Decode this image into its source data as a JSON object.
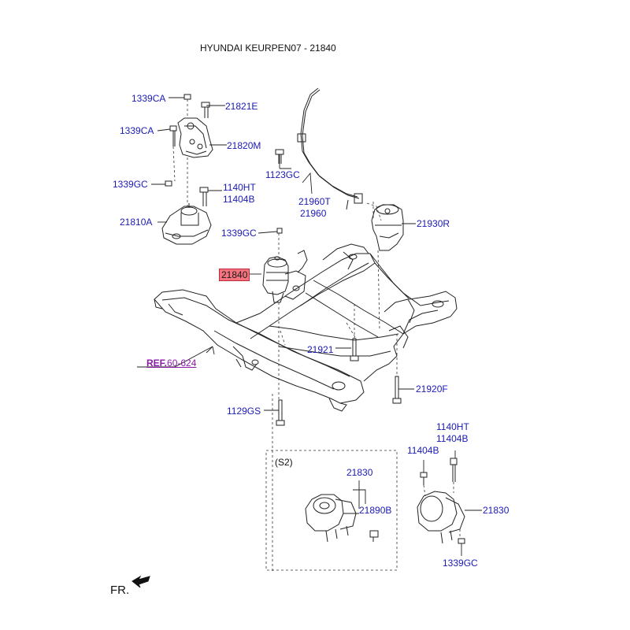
{
  "title": "HYUNDAI KEURPEN07 - 21840",
  "highlighted_part": "21840",
  "reference": {
    "prefix": "REF.",
    "number": "60-624"
  },
  "variant_box_label": "(S2)",
  "direction_label": "FR.",
  "part_labels": {
    "p1339CA_top": "1339CA",
    "p21821E": "21821E",
    "p1339CA_mid": "1339CA",
    "p21820M": "21820M",
    "p1123GC": "1123GC",
    "p1339GC_left": "1339GC",
    "p1140HT_left": "1140HT",
    "p11404B_left": "11404B",
    "p21960T": "21960T",
    "p21960": "21960",
    "p21810A": "21810A",
    "p21930R": "21930R",
    "p1339GC_center": "1339GC",
    "p21921": "21921",
    "p21920F": "21920F",
    "p1129GS": "1129GS",
    "p1140HT_right": "1140HT",
    "p11404B_right": "11404B",
    "p11404B_right2": "11404B",
    "p21830_box": "21830",
    "p21890B": "21890B",
    "p21830_right": "21830",
    "p1339GC_bottom": "1339GC"
  },
  "colors": {
    "label_blue": "#1a1ab4",
    "reference_purple": "#8a1aa8",
    "highlight_fill": "#f4737f",
    "line_art": "#222222"
  }
}
